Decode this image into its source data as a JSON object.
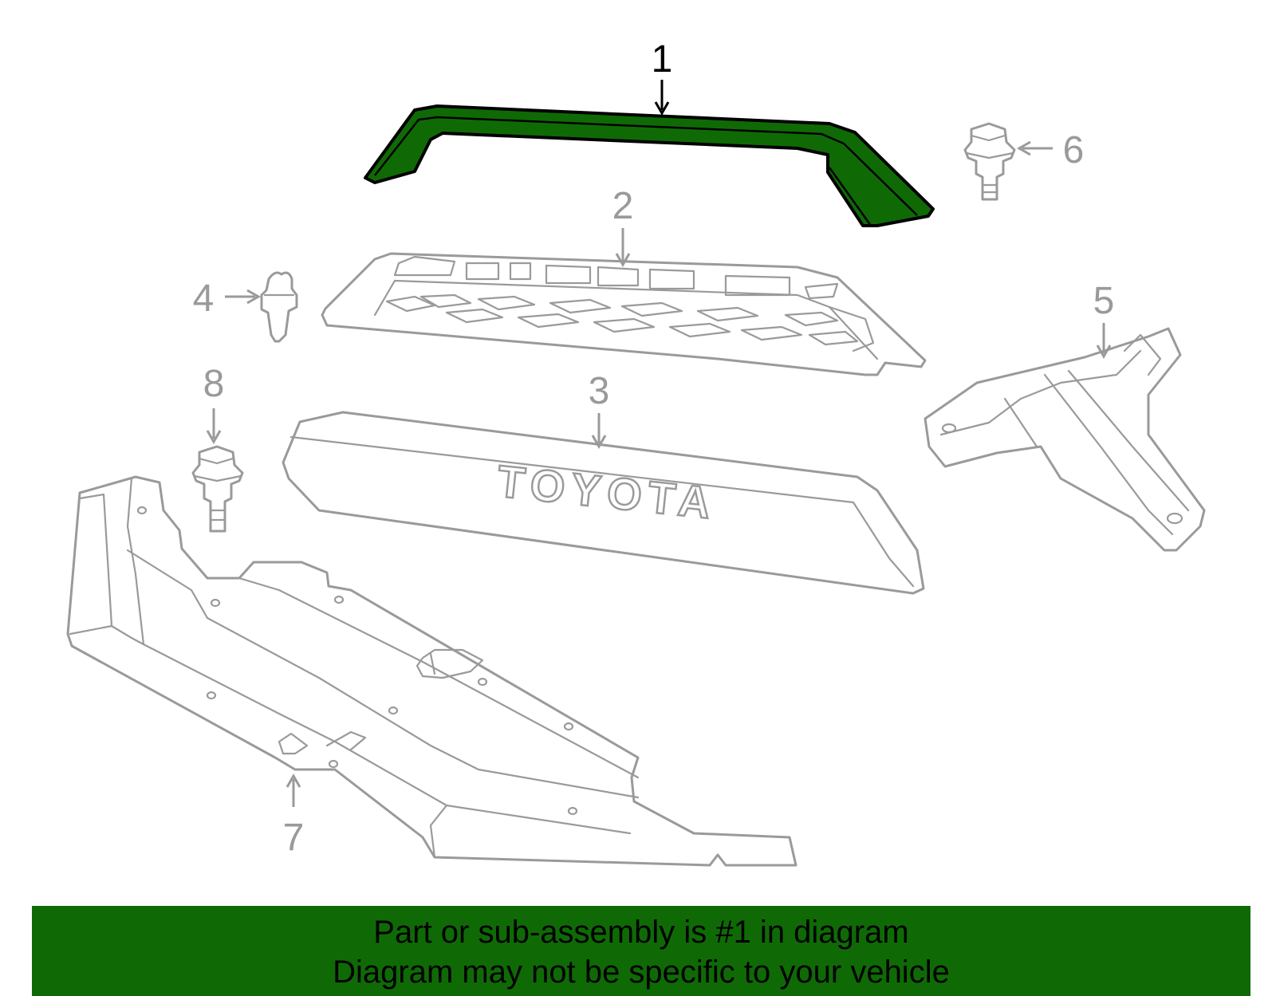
{
  "colors": {
    "highlight_fill": "#0f6a06",
    "part_stroke": "#9a9a9a",
    "highlight_stroke": "#000000",
    "banner_bg": "#0f6a06",
    "banner_text": "#000000"
  },
  "callouts": [
    {
      "id": "1",
      "label": "1",
      "highlighted": true
    },
    {
      "id": "2",
      "label": "2",
      "highlighted": false
    },
    {
      "id": "3",
      "label": "3",
      "highlighted": false
    },
    {
      "id": "4",
      "label": "4",
      "highlighted": false
    },
    {
      "id": "5",
      "label": "5",
      "highlighted": false
    },
    {
      "id": "6",
      "label": "6",
      "highlighted": false
    },
    {
      "id": "7",
      "label": "7",
      "highlighted": false
    },
    {
      "id": "8",
      "label": "8",
      "highlighted": false
    }
  ],
  "emblem_text": "TOYOTA",
  "banner": {
    "line1": "Part or sub-assembly is #1 in diagram",
    "line2": "Diagram may not be specific to your vehicle"
  }
}
